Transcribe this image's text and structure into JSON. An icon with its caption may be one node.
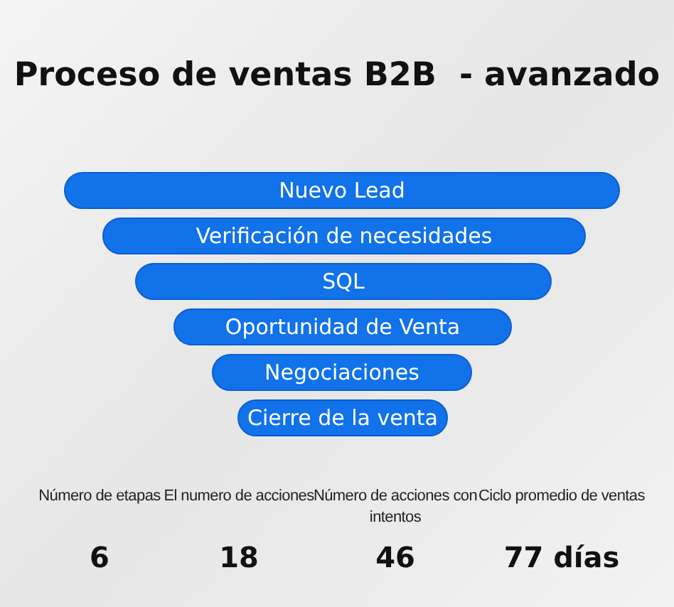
{
  "diagram": {
    "title": "Proceso de ventas B2B  - avanzado",
    "nodes": [
      {
        "text": [
          "Nuevo Lead"
        ]
      },
      {
        "text": [
          "Verificación de necesidades"
        ]
      },
      {
        "text": [
          "SQL"
        ]
      },
      {
        "text": [
          "Oportunidad de Venta"
        ]
      },
      {
        "text": [
          "Negociaciones"
        ]
      },
      {
        "text": [
          "Cierre de la venta"
        ]
      }
    ],
    "labels": [
      "Número de etapas",
      "El numero de acciones",
      "Número de acciones con intentos",
      "Ciclo promedio de ventas",
      "6",
      "18",
      "46",
      "77 días"
    ]
  }
}
